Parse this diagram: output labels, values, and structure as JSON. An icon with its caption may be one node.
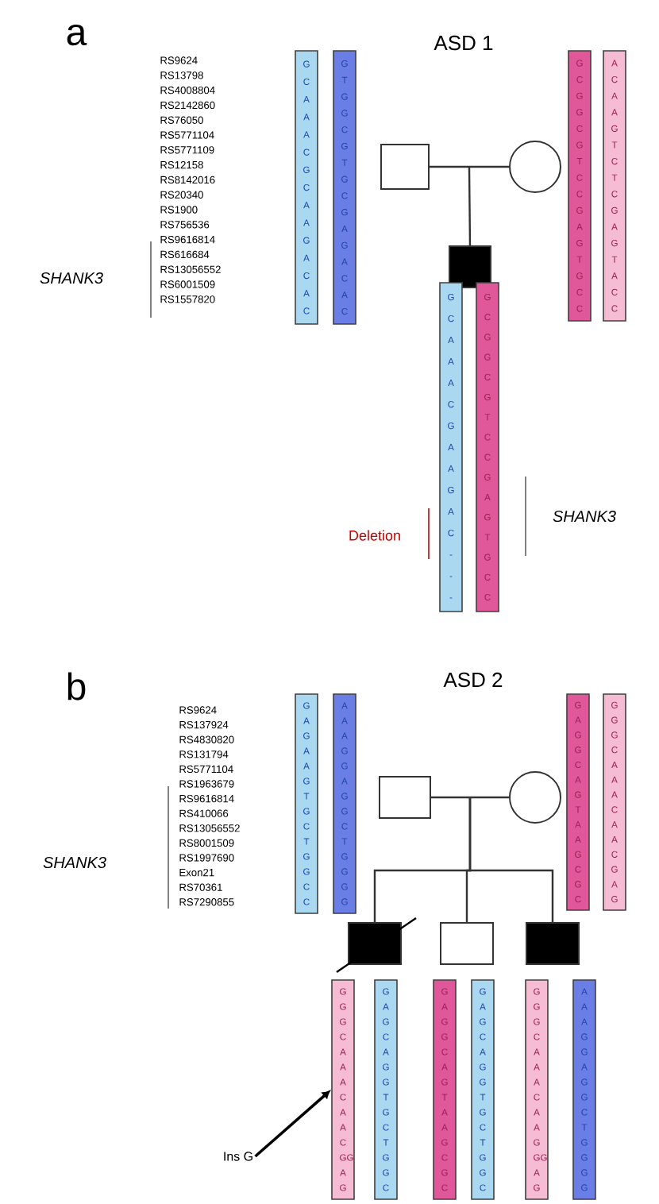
{
  "diagram": {
    "nodes": [
      {
        "text": [
          "G C A A A C G C A A G A C A C"
        ]
      },
      {
        "text": [
          "G T G G C G T G C G A G A C A C"
        ]
      },
      {
        "text": [],
        "shape": "box"
      },
      {
        "text": [],
        "shape": "circle"
      },
      {
        "text": [
          "G C G G C G T C C G A G T G C C"
        ]
      },
      {
        "text": [
          "A C A A G T C T C G A G T A C C"
        ]
      },
      {
        "text": [],
        "shape": "box"
      },
      {
        "text": [
          "G C A A A C G A A G A C - - -"
        ]
      },
      {
        "text": [
          "G C G G C G T C C G A G T G C C"
        ]
      },
      {
        "text": [
          "G A G A A G T G C T G G C C"
        ]
      },
      {
        "text": [
          "A A A G G A G G C T G G G G"
        ]
      },
      {
        "text": [],
        "shape": "box"
      },
      {
        "text": [],
        "shape": "circle"
      },
      {
        "text": [
          "G A G G C A G T A A G C G C"
        ]
      },
      {
        "text": [
          "G G G C A A A C A A C G A G"
        ]
      },
      {
        "text": [],
        "shape": "box"
      },
      {
        "text": [],
        "shape": "box"
      },
      {
        "text": [],
        "shape": "box"
      },
      {
        "text": [
          "G G G C A A A C A A C GG A G"
        ]
      },
      {
        "text": [
          "G A G C A G G T G C T G G C"
        ]
      },
      {
        "text": [
          "G A G G C A G T A A G C G C"
        ]
      },
      {
        "text": [
          "G A G C A G G T G C T G G C"
        ]
      },
      {
        "text": [
          "G G G C A A A C A A G GG A G"
        ]
      },
      {
        "text": [
          "A A A G G A G G C T G G G G"
        ]
      },
      {
        "text": [
          "Ins G"
        ]
      }
    ],
    "edges": [
      {
        "from": 2,
        "to": 3,
        "arrow": "none"
      },
      {
        "from": 2,
        "to": 6,
        "arrow": "none"
      },
      {
        "from": 3,
        "to": 6,
        "arrow": "none"
      },
      {
        "from": 11,
        "to": 12,
        "arrow": "none"
      },
      {
        "from": 11,
        "to": 15,
        "arrow": "none"
      },
      {
        "from": 12,
        "to": 15,
        "arrow": "none"
      },
      {
        "from": 11,
        "to": 16,
        "arrow": "none"
      },
      {
        "from": 12,
        "to": 16,
        "arrow": "none"
      },
      {
        "from": 11,
        "to": 17,
        "arrow": "none"
      },
      {
        "from": 12,
        "to": 17,
        "arrow": "none"
      },
      {
        "from": 24,
        "to": 18,
        "arrow": "to"
      }
    ],
    "labels": [
      "a",
      "ASD 1",
      "RS9624",
      "RS13798",
      "RS4008804",
      "RS2142860",
      "RS76050",
      "RS5771104",
      "RS5771109",
      "RS12158",
      "RS8142016",
      "RS20340",
      "RS1900",
      "RS756536",
      "RS9616814",
      "RS616684",
      "RS13056552",
      "RS6001509",
      "RS1557820",
      "SHANK3",
      "Deletion",
      "SHANK3",
      "b",
      "ASD 2",
      "RS9624",
      "RS137924",
      "RS4830820",
      "RS131794",
      "RS5771104",
      "RS1963679",
      "RS9616814",
      "RS410066",
      "RS13056552",
      "RS8001509",
      "RS1997690",
      "Exon21",
      "RS70361",
      "RS7290855",
      "SHANK3"
    ]
  }
}
